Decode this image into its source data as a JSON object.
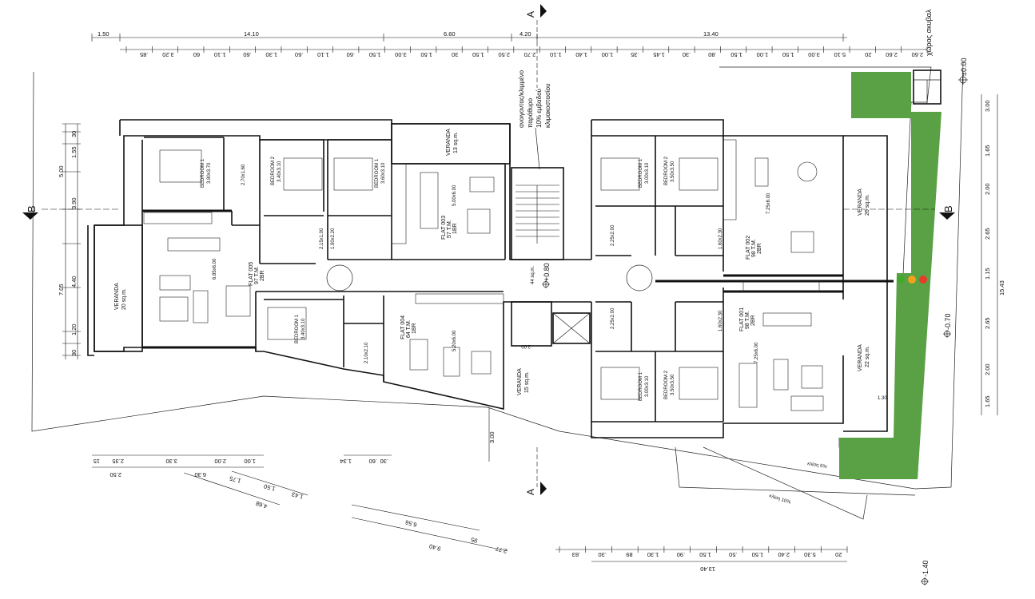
{
  "corner_note": "χώρος σκυβαλ",
  "section_marks": {
    "a_top": "A",
    "a_bottom": "A",
    "b_left": "B",
    "b_right": "B"
  },
  "stair_notes": [
    "ανοιγοντας/κλιμμένο",
    "παράθυρο",
    "10% εμβαδού",
    "κλιμακοστασίου"
  ],
  "levels": {
    "ground": "±0.00",
    "corridor": "+0.80",
    "corridor_area": "44 sq.m.",
    "side": "-0.70",
    "bottom": "-1.40"
  },
  "slopes": [
    "κλίση 5%",
    "κλίση 10%"
  ],
  "flats": [
    {
      "id": "flat-001",
      "name": "FLAT 001",
      "area": "98 T.M.",
      "type": "2BR"
    },
    {
      "id": "flat-002",
      "name": "FLAT 002",
      "area": "98 T.M.",
      "type": "2BR"
    },
    {
      "id": "flat-003",
      "name": "FLAT 003",
      "area": "57 T.M.",
      "type": "1BR"
    },
    {
      "id": "flat-004",
      "name": "FLAT 004",
      "area": "64 T.M.",
      "type": "1BR"
    },
    {
      "id": "flat-005",
      "name": "FLAT 005",
      "area": "97 T.M.",
      "type": "2BR"
    }
  ],
  "rooms": {
    "bed1": "BEDROOM 1",
    "bed2": "BEDROOM 2",
    "veranda": "VERANDA"
  },
  "room_sizes": [
    "3.80x3.70",
    "3.40x3.10",
    "3.60x3.10",
    "2.70x1.60",
    "3.00x3.10",
    "3.50x3.50",
    "3.40x3.10",
    "6.85x6.00",
    "5.00x6.00",
    "5.20x6.00",
    "7.25x6.00",
    "2.15x1.00",
    "1.90x2.20",
    "2.25x2.00",
    "1.60x2.30",
    "2.10x2.10",
    "2.25x2.00",
    "1.60x2.30",
    "3.00x3.10",
    "3.50x3.50",
    "7.25x6.00"
  ],
  "veranda_areas": [
    "20 sq.m.",
    "13 sq.m.",
    "26 sq.m.",
    "22 sq.m.",
    "15 sq.m."
  ],
  "dims_top_total": [
    "1.50",
    "14.10",
    "6.60",
    "4.20",
    "13.40"
  ],
  "dims_top_parts": [
    ".85",
    "3.20",
    "60",
    "1.10",
    ".60",
    "1.30",
    ".60",
    "1.10",
    ".60",
    "1.50",
    "3.00",
    "1.50",
    "30",
    "1.50",
    "2.50",
    "2.70",
    "1.10",
    "1.40",
    "1.00",
    ".35",
    "1.45",
    ".30",
    ".80",
    "1.50",
    "1.00",
    "1.50",
    "3.00",
    "5.10",
    "20",
    "2.60",
    "2.60"
  ],
  "dims_bottom_total": [
    "13.40"
  ],
  "dims_bottom_parts": [
    ".83",
    ".30",
    "89",
    "1.30",
    ".90",
    "1.50",
    ".50",
    "1.50",
    "2.40",
    "5.30",
    "20"
  ],
  "dims_left": [
    "30",
    "1.55",
    "5.00",
    "3.90",
    "7.05",
    "4.40",
    "1.20",
    "30"
  ],
  "dims_right": [
    "3.00",
    "1.65",
    "2.00",
    "2.65",
    "1.15",
    "2.65",
    "2.00",
    "1.65",
    "15.43"
  ],
  "dims_bl": [
    "15",
    "2.35",
    "3.30",
    "2.00",
    "1.00",
    "2.50",
    "6.30",
    "1.75",
    "1.50",
    "1.43",
    "4.68",
    "1.34",
    ".60",
    ".30"
  ],
  "dims_bc": [
    "6.56",
    "95",
    "9.40",
    "2.77",
    "3.00",
    "1.30"
  ],
  "veranda_note": "1.30",
  "stair_tag": "2.00",
  "colors": {
    "lawn": "#5aa044",
    "lawn_dark": "#3d7d2f",
    "ink": "#111111",
    "light_red": "#e53b2a",
    "light_green": "#3faa2b",
    "light_amber": "#f0a21a"
  },
  "lights": [
    "red",
    "green",
    "amber"
  ]
}
